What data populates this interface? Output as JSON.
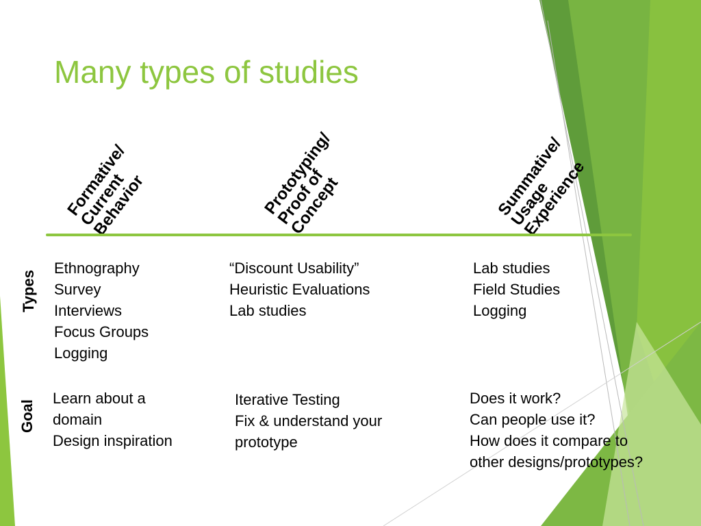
{
  "slide": {
    "title": "Many types of studies",
    "colors": {
      "accent": "#8dc63f",
      "title": "#8dc63f",
      "decor_dark": "#5f9c3a",
      "decor_mid": "#7db844",
      "decor_light": "#c9e59c"
    }
  },
  "columns": [
    {
      "header": [
        "Formative/",
        "Current",
        "Behavior"
      ],
      "types": [
        "Ethnography",
        "Survey",
        "Interviews",
        "Focus Groups",
        "Logging"
      ],
      "goals": [
        "Learn about a",
        "domain",
        "Design inspiration"
      ]
    },
    {
      "header": [
        "Prototyping/",
        "Proof of",
        "Concept"
      ],
      "types": [
        "“Discount Usability”",
        "Heuristic Evaluations",
        "Lab studies"
      ],
      "goals": [
        "Iterative Testing",
        "Fix & understand your",
        "prototype"
      ]
    },
    {
      "header": [
        "Summative/",
        "Usage",
        "Experience"
      ],
      "types": [
        "Lab studies",
        "Field Studies",
        "Logging"
      ],
      "goals": [
        "Does it work?",
        "Can people use it?",
        "How does it compare to",
        "other designs/prototypes?"
      ]
    }
  ],
  "row_labels": {
    "types": "Types",
    "goal": "Goal"
  }
}
